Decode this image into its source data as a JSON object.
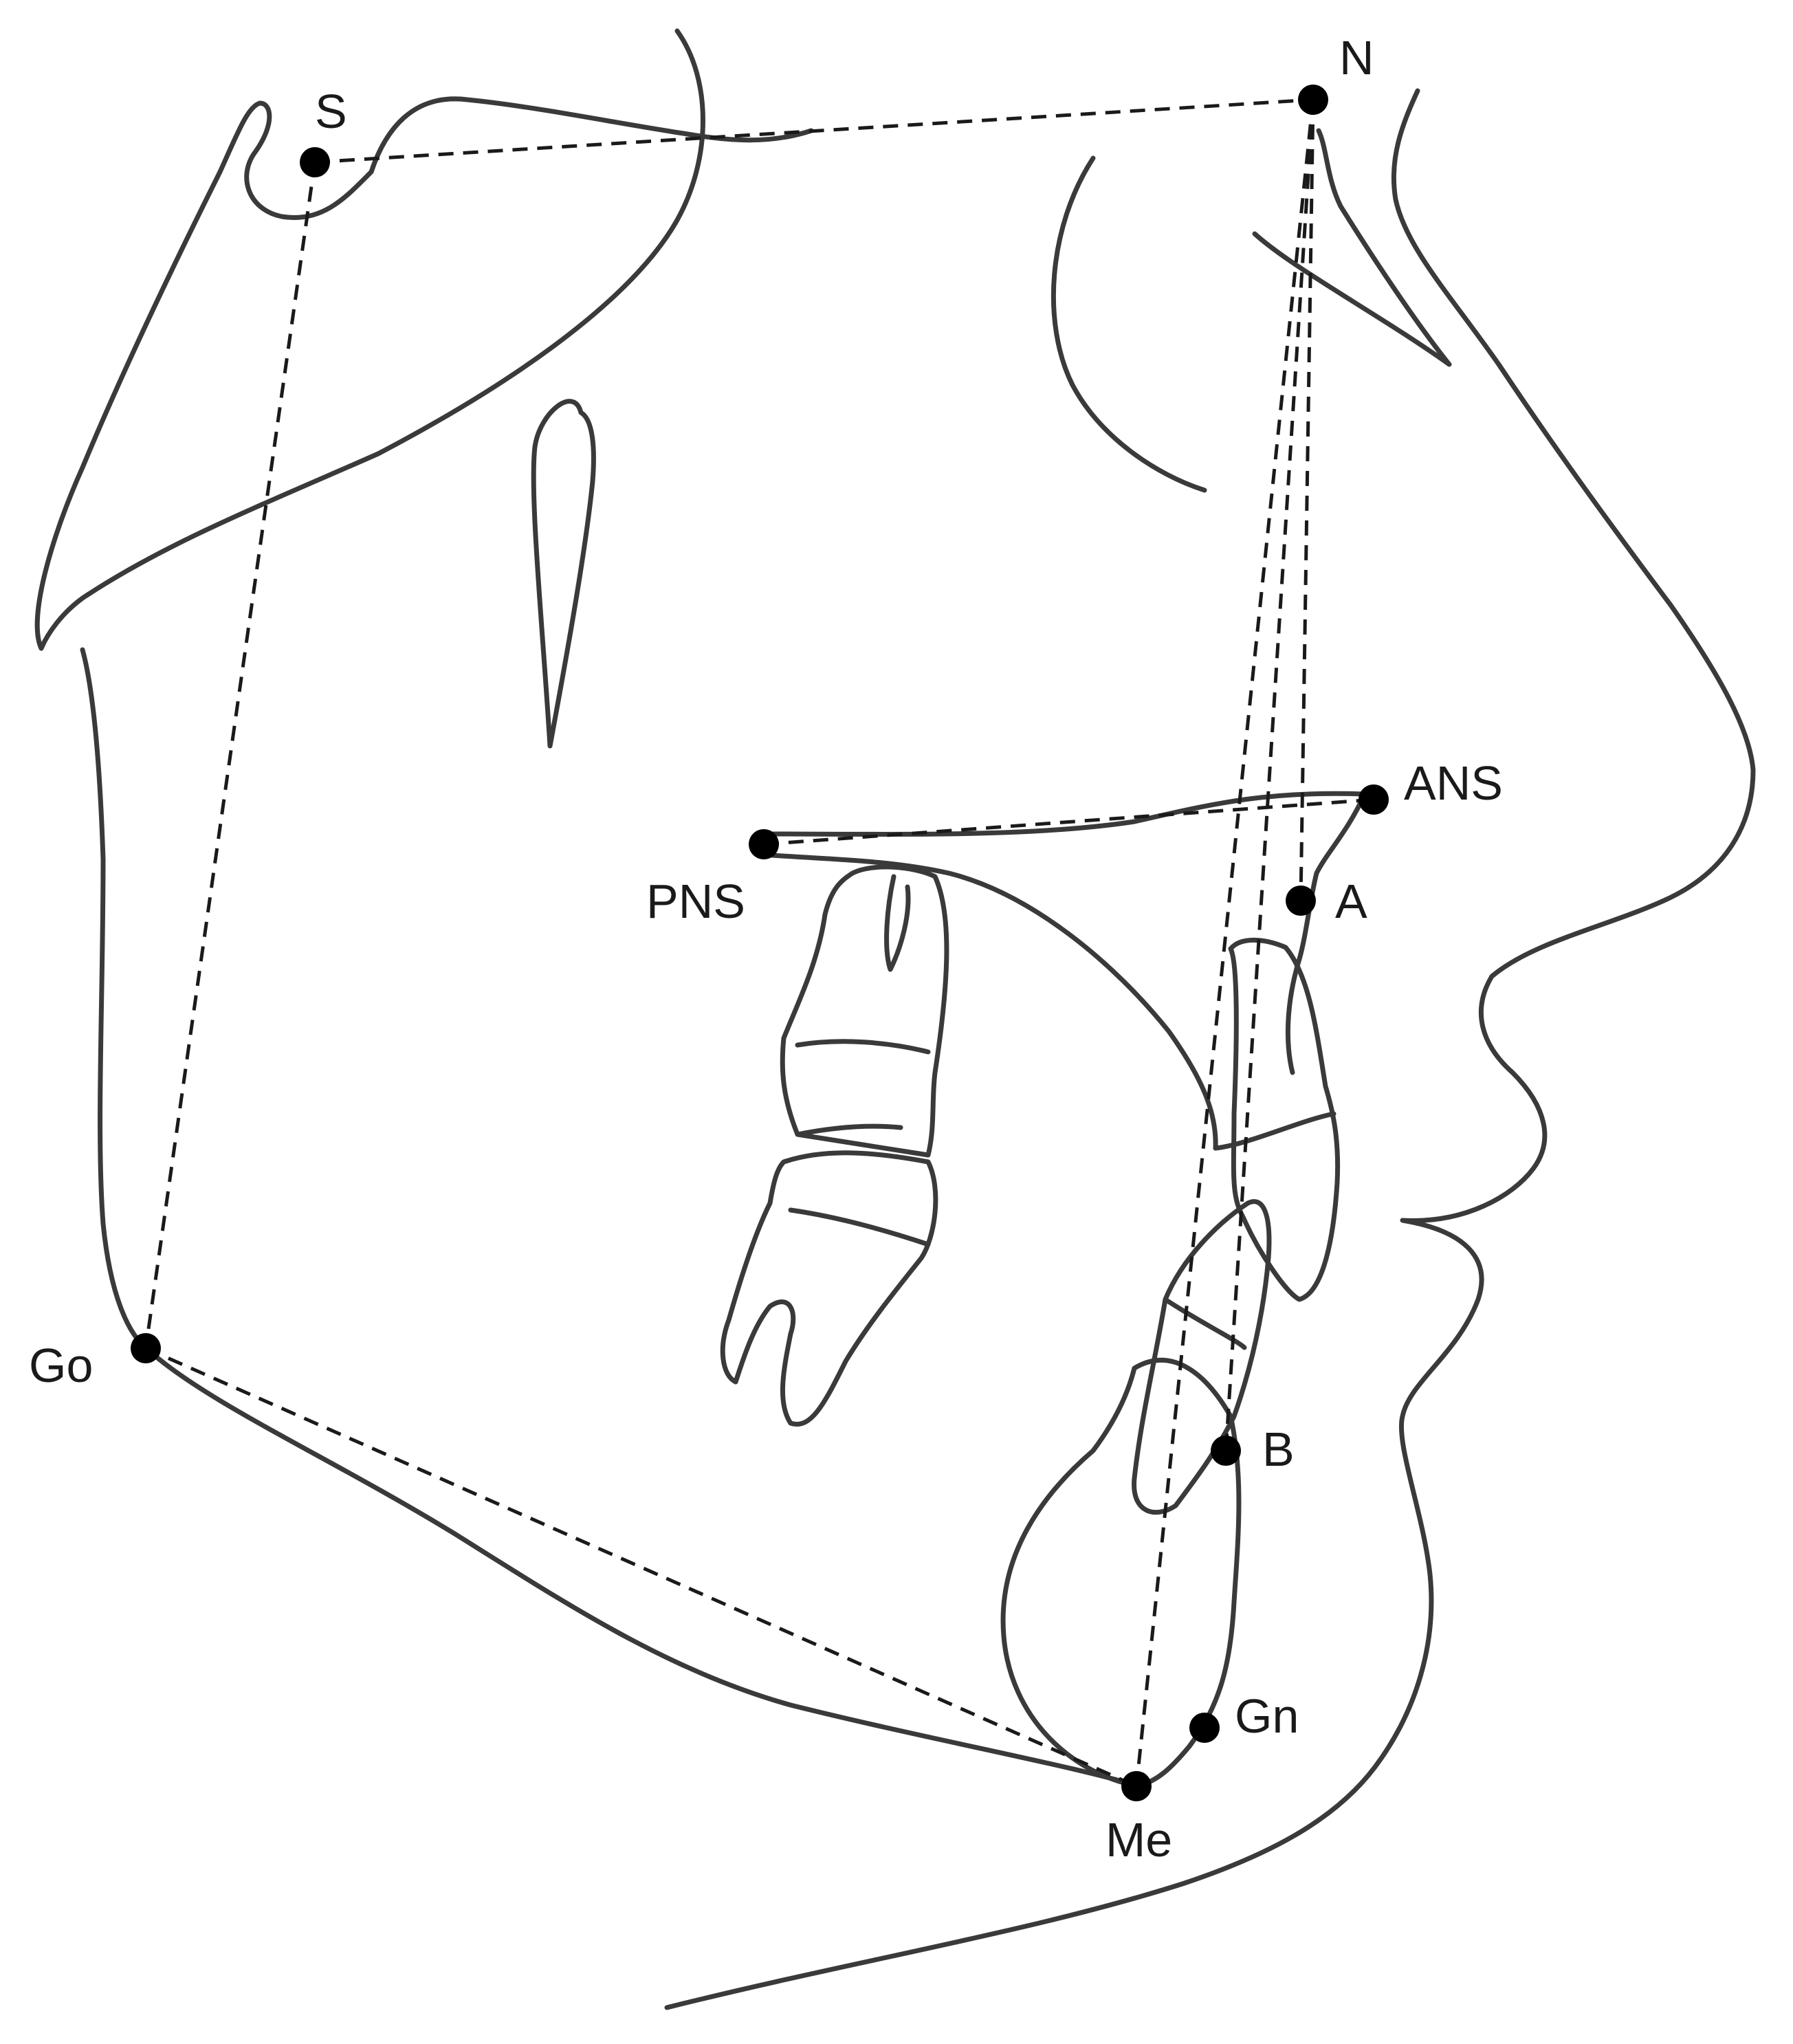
{
  "colors": {
    "outline": "#3a3a3a",
    "reference_line": "#1a1a1a",
    "landmark": "#000000",
    "background": "#ffffff"
  },
  "landmarks": {
    "S": "S",
    "N": "N",
    "ANS": "ANS",
    "PNS": "PNS",
    "A": "A",
    "B": "B",
    "Go": "Go",
    "Gn": "Gn",
    "Me": "Me"
  },
  "reference_lines": [
    {
      "name": "S-N",
      "from": "S",
      "to": "N"
    },
    {
      "name": "S-Go",
      "from": "S",
      "to": "Go"
    },
    {
      "name": "Go-Me",
      "from": "Go",
      "to": "Me"
    },
    {
      "name": "PNS-ANS",
      "from": "PNS",
      "to": "ANS"
    },
    {
      "name": "N-Me",
      "from": "N",
      "to": "Me"
    },
    {
      "name": "N-A",
      "from": "N",
      "to": "A"
    },
    {
      "name": "N-B",
      "from": "N",
      "to": "B"
    }
  ]
}
